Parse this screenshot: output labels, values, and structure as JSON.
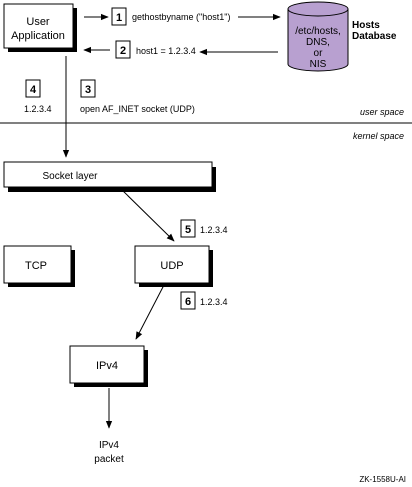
{
  "nodes": {
    "user_app": [
      "User",
      "Application"
    ],
    "db_label": [
      "/etc/hosts,",
      "DNS,",
      "or",
      "NIS"
    ],
    "db_title": [
      "Hosts",
      "Database"
    ],
    "socket_layer": "Socket layer",
    "tcp": "TCP",
    "udp": "UDP",
    "ipv4": "IPv4",
    "ipv4_packet": [
      "IPv4",
      "packet"
    ]
  },
  "steps": [
    {
      "num": "1",
      "text": "gethostbyname (\"host1\")"
    },
    {
      "num": "2",
      "text": "host1 = 1.2.3.4"
    },
    {
      "num": "3",
      "text": "open AF_INET socket (UDP)"
    },
    {
      "num": "4",
      "text": "1.2.3.4"
    },
    {
      "num": "5",
      "text": "1.2.3.4"
    },
    {
      "num": "6",
      "text": "1.2.3.4"
    }
  ],
  "regions": {
    "user_space": "user space",
    "kernel_space": "kernel space"
  },
  "figure_id": "ZK-1558U-AI",
  "colors": {
    "line": "#000000",
    "shadow": "#000000",
    "database_fill": "#b8a0d0"
  }
}
